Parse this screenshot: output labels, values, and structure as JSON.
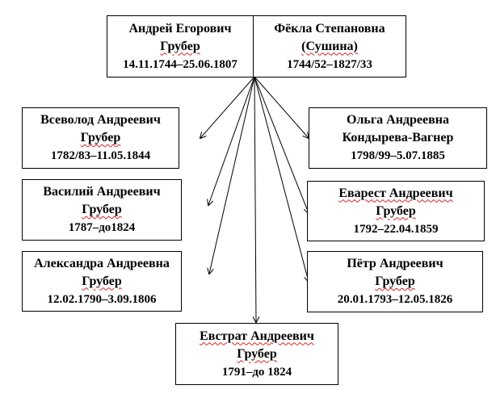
{
  "parents": [
    {
      "name": "Андрей Егорович",
      "surname": "Грубер",
      "dates": "14.11.1744–25.06.1807"
    },
    {
      "name": "Фёкла Степановна",
      "surname": "(Сушина)",
      "dates": "1744/52–1827/33"
    }
  ],
  "children": [
    {
      "name": "Всеволод Андреевич",
      "surname": "Грубер",
      "dates": "1782/83–11.05.1844"
    },
    {
      "name": "Василий Андреевич",
      "surname": "Грубер",
      "dates": "1787–до1824"
    },
    {
      "name": "Александра Андреевна",
      "surname": "Грубер",
      "dates": "12.02.1790–3.09.1806"
    },
    {
      "name": "Ольга Андреевна",
      "surname": "Кондырева-Вагнер",
      "dates": "1798/99–5.07.1885"
    },
    {
      "name": "Еварест Андреевич",
      "surname": "Грубер",
      "dates": "1792–22.04.1859"
    },
    {
      "name": "Пётр Андреевич",
      "surname": "Грубер",
      "dates": "20.01.1793–12.05.1826"
    },
    {
      "name": "Евстрат Андреевич",
      "surname": "Грубер",
      "dates": "1791–до 1824"
    }
  ]
}
